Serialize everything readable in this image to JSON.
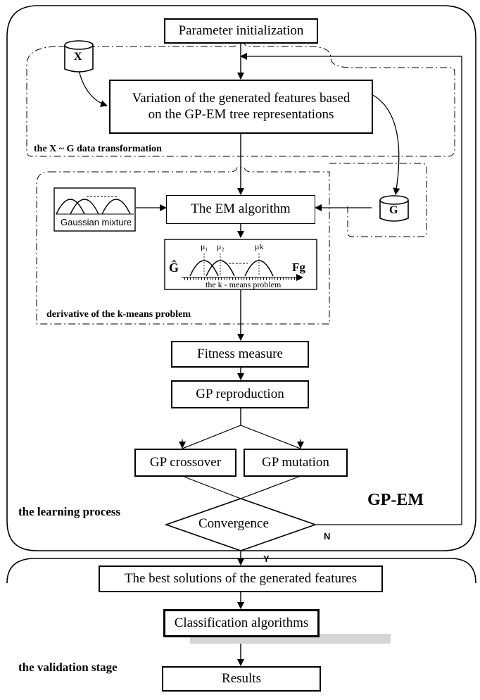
{
  "nodes": {
    "param_init": "Parameter initialization",
    "variation_line1": "Variation of the generated features  based",
    "variation_line2": "on the GP-EM tree  representations",
    "em_algorithm": "The EM algorithm",
    "fitness": "Fitness measure",
    "reproduction": "GP reproduction",
    "crossover": "GP crossover",
    "mutation": "GP mutation",
    "convergence": "Convergence",
    "best_solutions": "The best solutions of the generated features",
    "classification": "Classification algorithms",
    "results": "Results"
  },
  "databases": {
    "x": "X",
    "g": "G"
  },
  "gaussian_mixture_label": "Gaussian mixture",
  "kmeans_panel": {
    "ghat": "Ĝ",
    "fg": "Fg",
    "mu1": "μ₁",
    "mu2": "μ₂",
    "muk": "μk",
    "caption": "the k - means problem"
  },
  "regions": {
    "transformation": "the X ~ G data transformation",
    "derivative": "derivative of the k-means problem",
    "learning": "the learning process",
    "gp_em": "GP-EM",
    "validation": "the validation stage"
  },
  "branch_labels": {
    "yes": "Y",
    "no": "N"
  }
}
